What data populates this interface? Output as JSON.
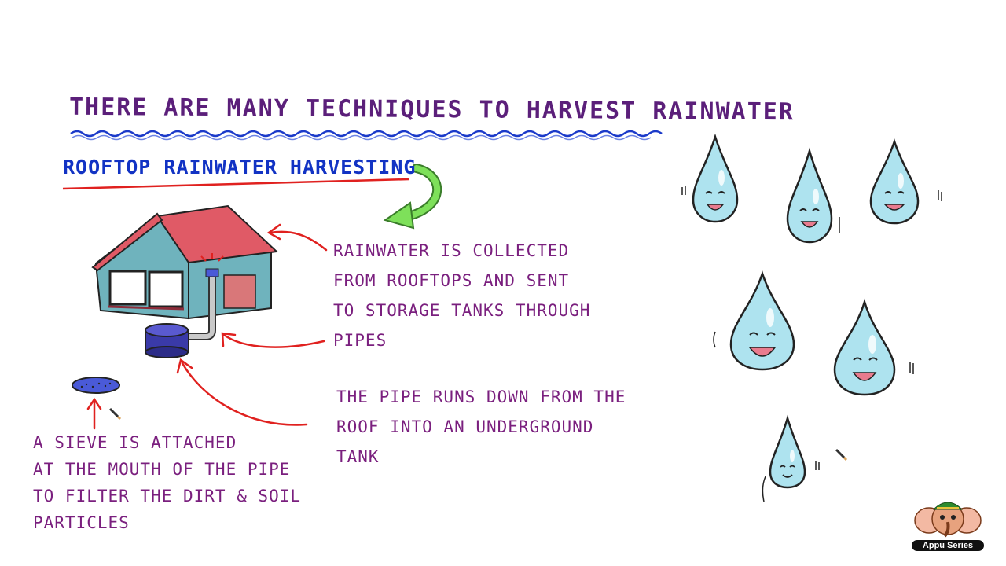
{
  "title": "There are many techniques to harvest rainwater",
  "subtitle": "Rooftop Rainwater Harvesting",
  "notes": {
    "rain_collection": [
      "Rainwater is collected",
      "from rooftops and sent",
      "to storage tanks through",
      "pipes"
    ],
    "pipe_route": [
      "The pipe runs down from the",
      "roof into an underground",
      "tank"
    ],
    "sieve": [
      "A sieve is attached",
      "at the mouth of the pipe",
      "to filter the dirt & soil",
      "particles"
    ]
  },
  "logo": {
    "text": "Appu Series"
  },
  "colors": {
    "title": "#5b1f7a",
    "subtitle": "#1233c4",
    "notes": "#7a1f7e",
    "arrows": "#e0211f",
    "wavy_underline": "#1b3ac9",
    "subtitle_underline": "#e0211f",
    "curved_arrow": "#6cd14a",
    "roof": "#e05a66",
    "walls": "#6fb3bd",
    "tank": "#3a3aa8",
    "raindrop": "#aee3ef"
  },
  "icons": [
    "house-icon",
    "storage-tank-icon",
    "sieve-icon",
    "pencil-icon",
    "raindrop-icon",
    "elephant-logo-icon"
  ]
}
